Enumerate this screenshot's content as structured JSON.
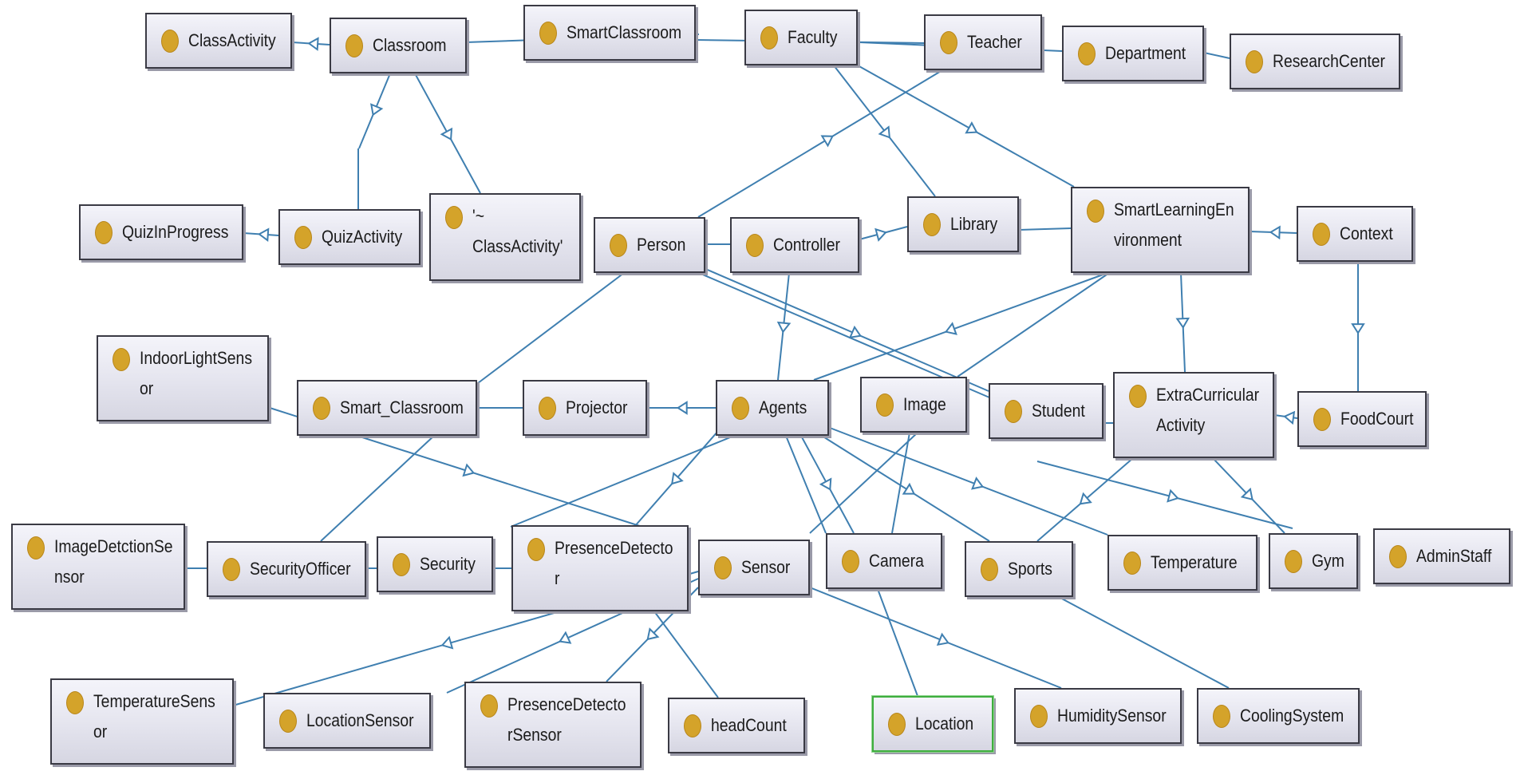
{
  "colors": {
    "edge": "#3f7fb0",
    "node_border": "#3a3a44",
    "dot": "#d4a32a",
    "selected_border": "#3fae3f"
  },
  "nodes": {
    "ClassActivity": "ClassActivity",
    "Classroom": "Classroom",
    "SmartClassroom": "SmartClassroom",
    "Faculty": "Faculty",
    "Teacher": "Teacher",
    "Department": "Department",
    "ResearchCenter": "ResearchCenter",
    "QuizInProgress": "QuizInProgress",
    "QuizActivity": "QuizActivity",
    "NotClassActivity": "'~\nClassActivity'",
    "Person": "Person",
    "Controller": "Controller",
    "Library": "Library",
    "SmartLearningEnvironment": "SmartLearningEn\nvironment",
    "Context": "Context",
    "IndoorLightSensor": "IndoorLightSens\nor",
    "Smart_Classroom": "Smart_Classroom",
    "Projector": "Projector",
    "Agents": "Agents",
    "Image": "Image",
    "Student": "Student",
    "ExtraCurricularActivity": "ExtraCurricular\nActivity",
    "FoodCourt": "FoodCourt",
    "ImageDetctionSensor": "ImageDetctionSe\nnsor",
    "SecurityOfficer": "SecurityOfficer",
    "Security": "Security",
    "PresenceDetector": "PresenceDetecto\nr",
    "Sensor": "Sensor",
    "Camera": "Camera",
    "Sports": "Sports",
    "Temperature": "Temperature",
    "Gym": "Gym",
    "AdminStaff": "AdminStaff",
    "TemperatureSensor": "TemperatureSens\nor",
    "LocationSensor": "LocationSensor",
    "PresenceDetectorSensor": "PresenceDetecto\nrSensor",
    "headCount": "headCount",
    "Location": "Location",
    "HumiditySensor": "HumiditySensor",
    "CoolingSystem": "CoolingSystem"
  }
}
